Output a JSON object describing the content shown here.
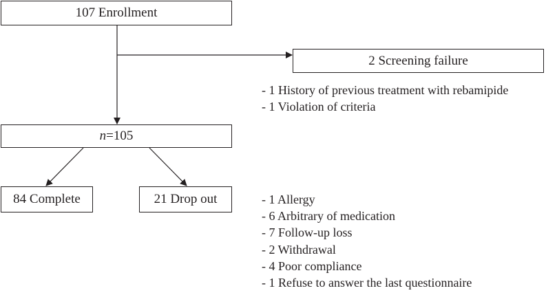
{
  "flowchart": {
    "enrollment": "107 Enrollment",
    "screening_failure": "2 Screening failure",
    "screening_reasons": [
      "- 1 History of previous treatment with rebamipide",
      "- 1 Violation of criteria"
    ],
    "n_symbol": "n",
    "n_value": "=105",
    "complete": "84 Complete",
    "dropout": "21 Drop out",
    "dropout_reasons": [
      "- 1 Allergy",
      "- 6 Arbitrary of medication",
      "- 7 Follow-up loss",
      "- 2 Withdrawal",
      "- 4 Poor compliance",
      "- 1 Refuse to answer the last questionnaire"
    ],
    "colors": {
      "ink": "#231f20",
      "background": "#ffffff"
    }
  }
}
